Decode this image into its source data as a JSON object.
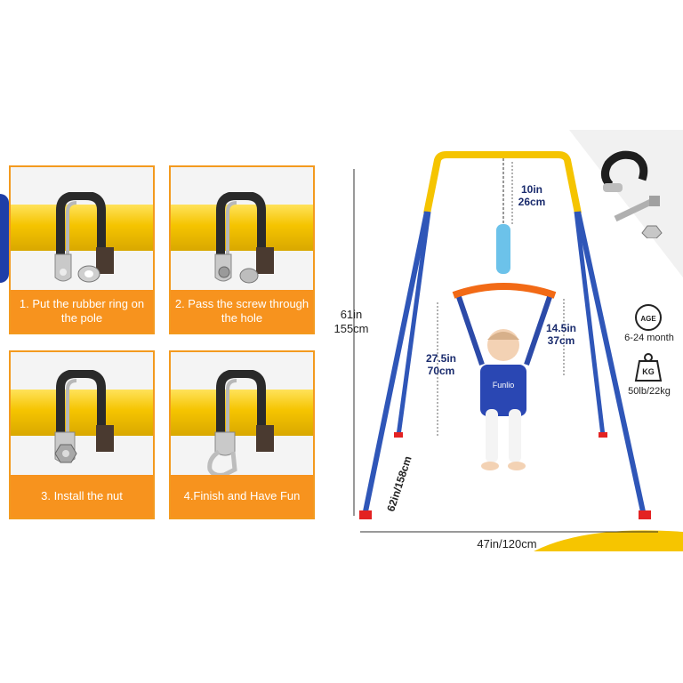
{
  "steps": [
    {
      "caption": "1. Put the rubber ring on the pole"
    },
    {
      "caption": "2. Pass the screw through the hole"
    },
    {
      "caption": "3. Install the nut"
    },
    {
      "caption": "4.Finish and Have Fun"
    }
  ],
  "dimensions": {
    "total_height": "61in\n155cm",
    "chain": "10in\n26cm",
    "seat_to_floor": "27.5in\n70cm",
    "strap": "14.5in\n37cm",
    "leg_length": "62in/158cm",
    "width": "47in/120cm"
  },
  "specs": {
    "age_icon_label": "AGE",
    "age": "6-24 month",
    "weight_icon_label": "KG",
    "weight": "50lb/22kg"
  },
  "brand": "Funlio",
  "colors": {
    "accent": "#f7931e",
    "frame_blue": "#2f56b8",
    "frame_yellow": "#f5c400",
    "label_blue": "#1a2b6d"
  }
}
